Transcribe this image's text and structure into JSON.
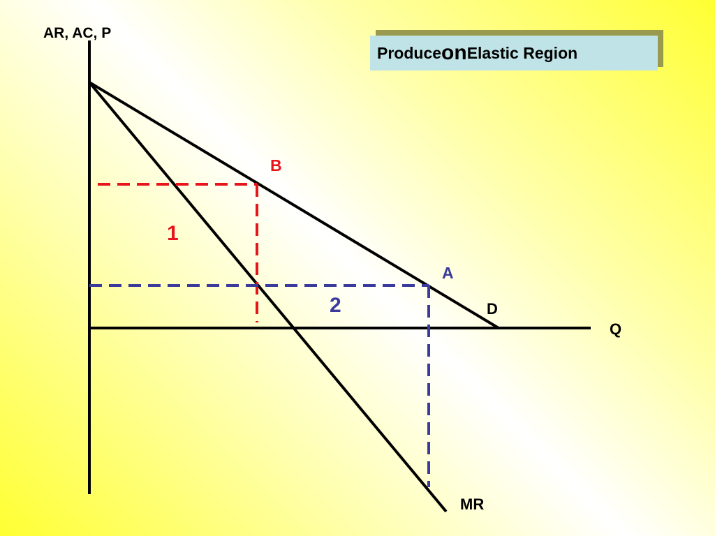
{
  "title": {
    "part1": "Produce ",
    "part2": "on",
    "part3": " Elastic Region"
  },
  "labels": {
    "y_axis": "AR, AC, P",
    "x_axis": "Q",
    "point_b": "B",
    "point_a": "A",
    "area_1": "1",
    "area_2": "2",
    "demand": "D",
    "marginal_revenue": "MR"
  },
  "colors": {
    "axes": "#000000",
    "point_b_lines": "#e8141b",
    "point_a_lines": "#3a3a9c",
    "title_box": "#bfe3e6",
    "title_shadow": "#9a9a4e"
  }
}
